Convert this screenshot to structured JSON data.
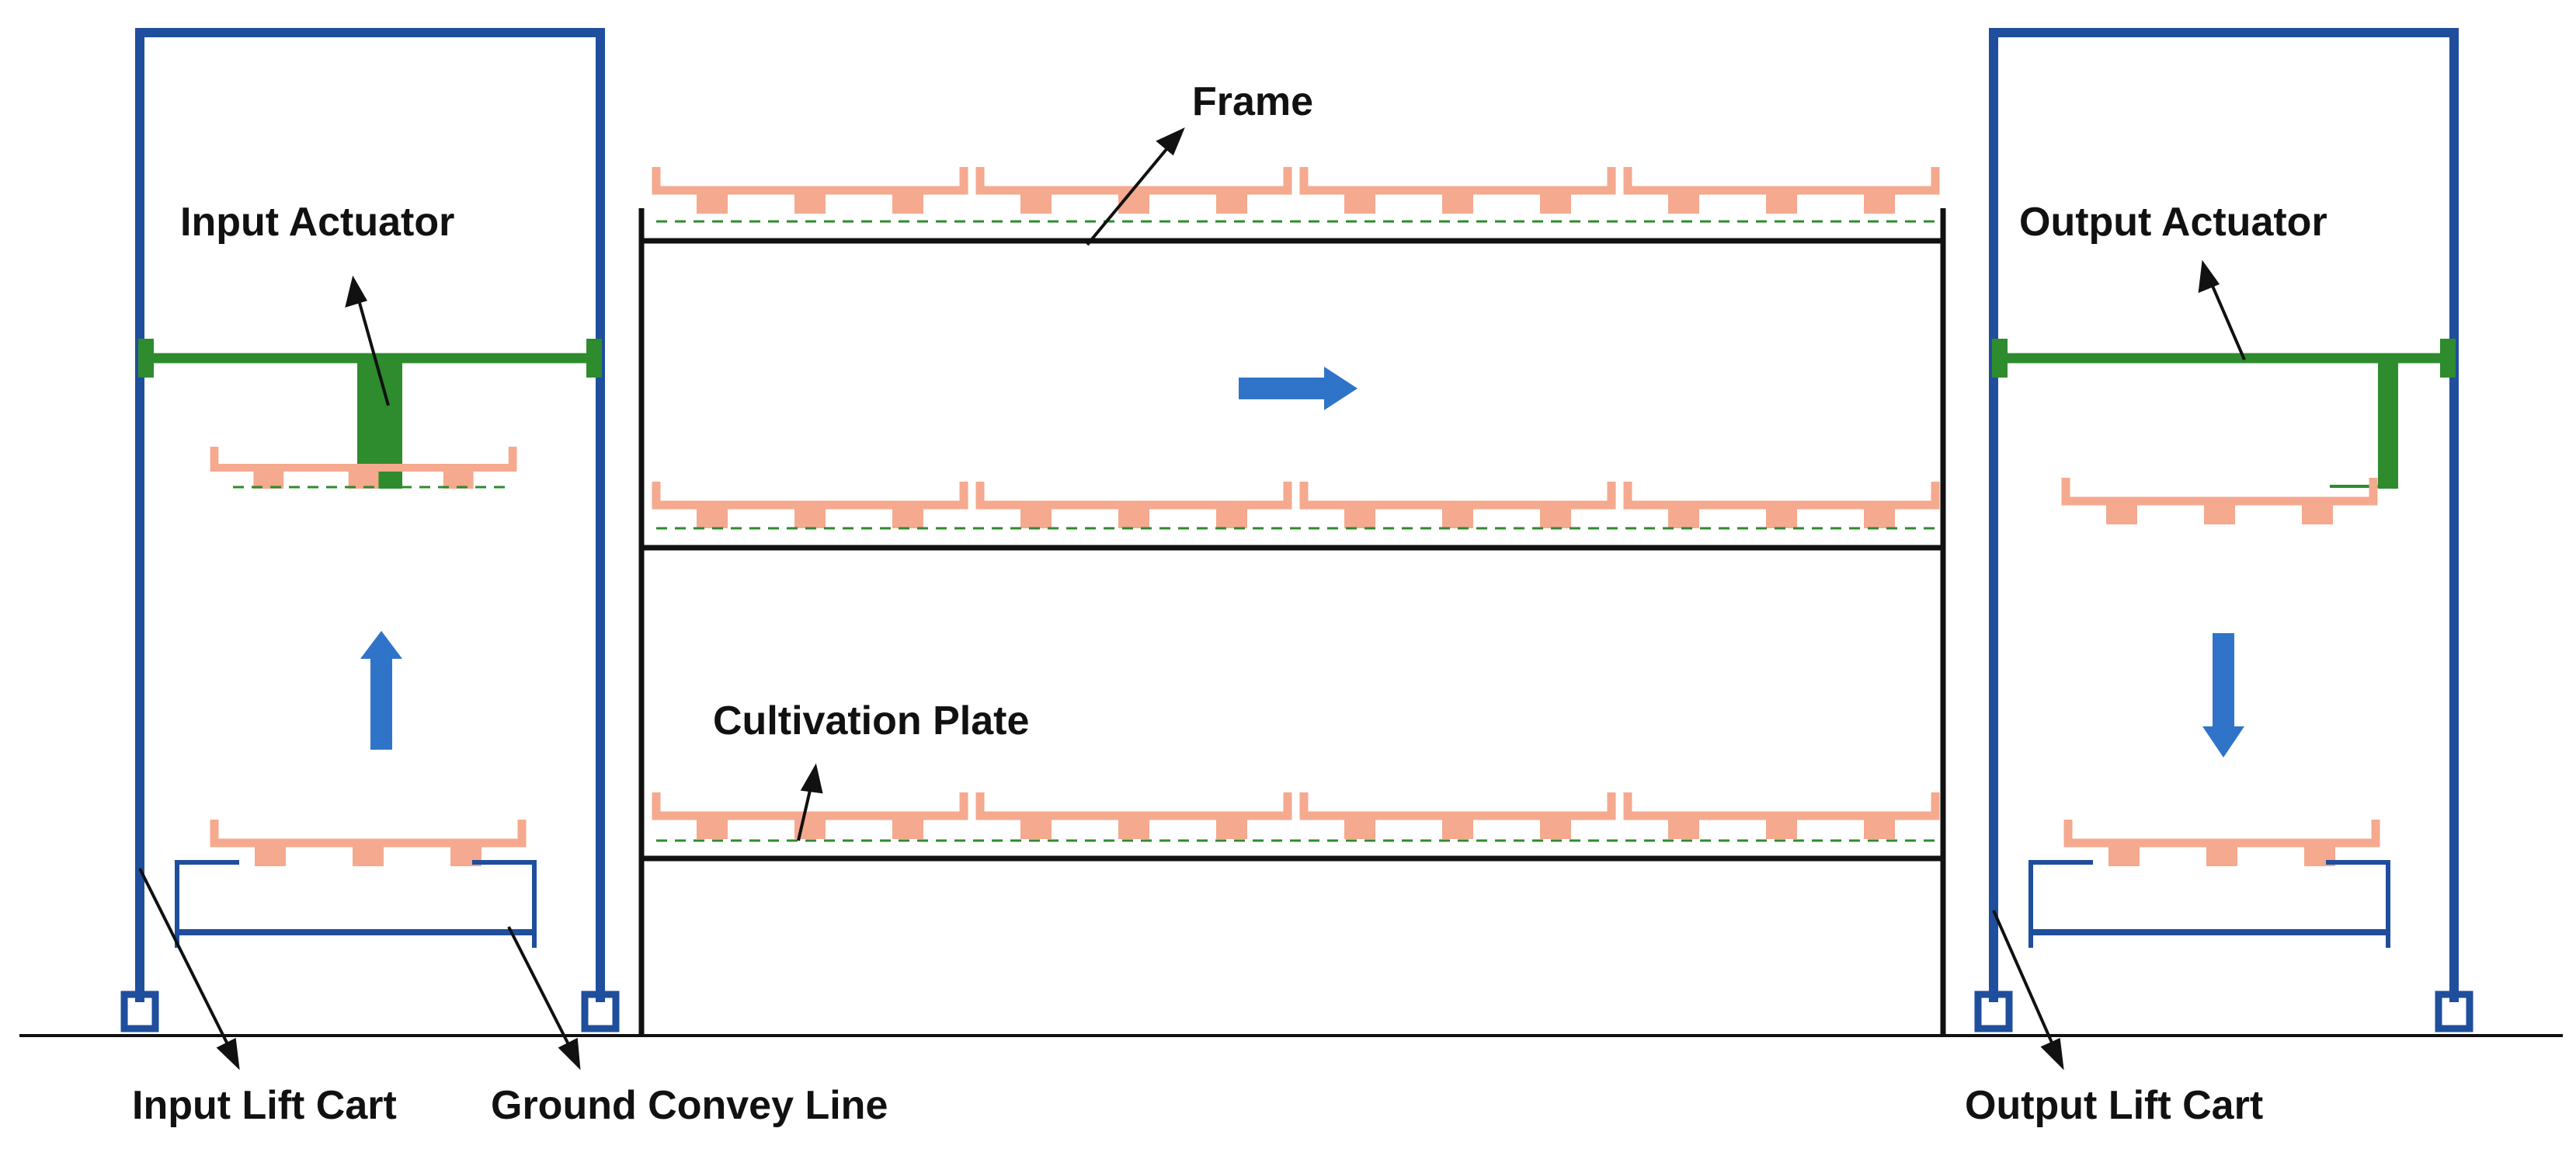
{
  "labels": {
    "frame": "Frame",
    "input_actuator": "Input Actuator",
    "output_actuator": "Output Actuator",
    "cultivation_plate": "Cultivation Plate",
    "input_lift_cart": "Input Lift Cart",
    "ground_convey_line": "Ground Convey Line",
    "output_lift_cart": "Output Lift Cart"
  },
  "colors": {
    "lift_frame": "#1f4e9c",
    "actuator": "#2e8b2e",
    "plate": "#f5a98e",
    "plate_dash": "#2e8b2e",
    "rack": "#111111",
    "arrow": "#2f74c8",
    "ground": "#111111"
  },
  "flow_arrows": [
    "right-arrow",
    "up-arrow",
    "down-arrow"
  ]
}
